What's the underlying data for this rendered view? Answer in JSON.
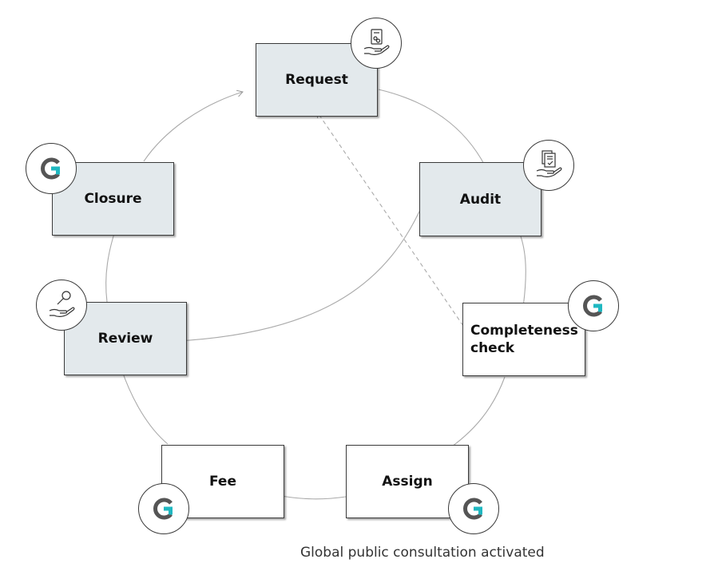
{
  "nodes": {
    "request": "Request",
    "audit": "Audit",
    "completeness": [
      "Completeness",
      "check"
    ],
    "assign": "Assign",
    "fee": "Fee",
    "review": "Review",
    "closure": "Closure"
  },
  "icons": {
    "request": "hand-document-icon",
    "audit": "hand-checklist-icon",
    "completeness": "g-logo-icon",
    "assign": "g-logo-icon",
    "fee": "g-logo-icon",
    "review": "hand-magnifier-icon",
    "closure": "g-logo-icon"
  },
  "caption": "Global public consultation activated",
  "colors": {
    "shaded_fill": "#e3e9ec",
    "logo_gray": "#555555",
    "logo_teal": "#1fb8c1",
    "connector": "#aaaaaa"
  }
}
